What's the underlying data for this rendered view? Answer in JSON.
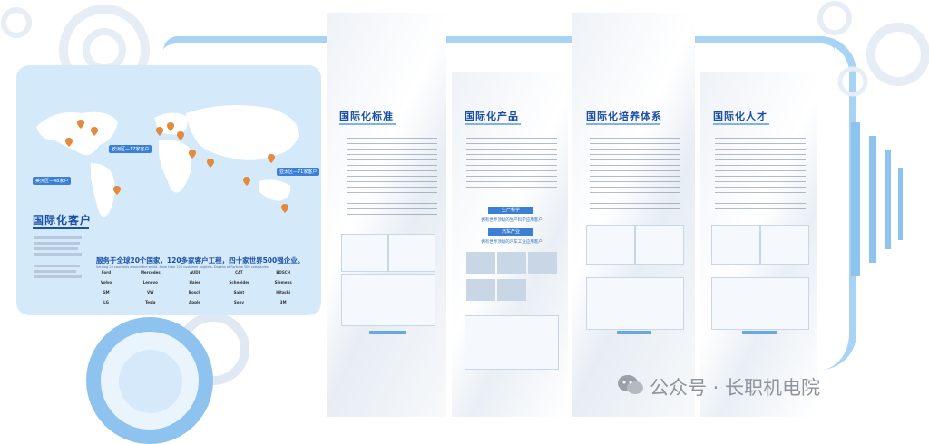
{
  "main_section": {
    "title": "国际化客户",
    "serving_heading": "服务于全球20个国家，120多家客户工程，四十家世界500强企业。",
    "serving_subtitle": "Serving 20 countries around the world. More than 120 customer projects. Dozens of Fortune 500 companies"
  },
  "map": {
    "tags": [
      "欧洲区—17家客户",
      "美洲区—48家户",
      "亚太区—71家客户"
    ]
  },
  "logos": [
    "Ford",
    "Mercedes",
    "AUDI",
    "CAT",
    "BOSCH",
    "Volvo",
    "Lenovo",
    "Haier",
    "Schneider",
    "Siemens",
    "GM",
    "VW",
    "Bosch",
    "Saint",
    "Hitachi",
    "LG",
    "Tesla",
    "Apple",
    "Sony",
    "3M"
  ],
  "panels": [
    {
      "title": "国际化标准"
    },
    {
      "title": "国际化产品",
      "stripe1": "生产科学",
      "link1": "拥有世界顶级的生产科学应用客户",
      "stripe2": "汽车产业",
      "link2": "拥有世界顶级的汽车工业应用客户"
    },
    {
      "title": "国际化培养体系"
    },
    {
      "title": "国际化人才"
    }
  ],
  "watermark": "公众号 · 长职机电院"
}
